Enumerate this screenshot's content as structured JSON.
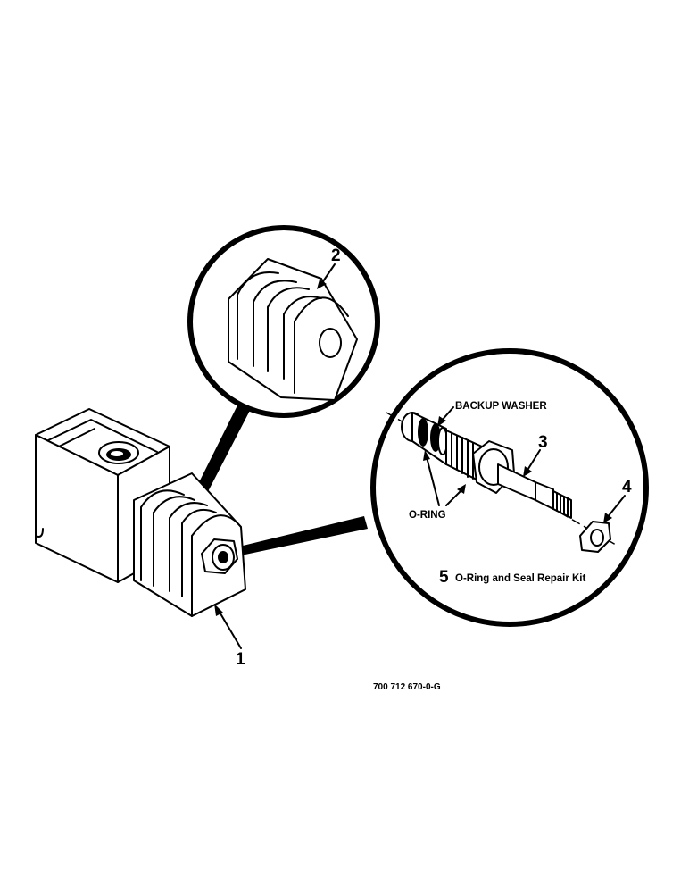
{
  "callouts": {
    "part1": "1",
    "part2": "2",
    "part3": "3",
    "part4": "4",
    "part5": "5"
  },
  "labels": {
    "backup_washer": "BACKUP WASHER",
    "o_ring": "O-RING",
    "kit": "O-Ring and Seal Repair Kit"
  },
  "figure_code": "700 712 670-0-G"
}
